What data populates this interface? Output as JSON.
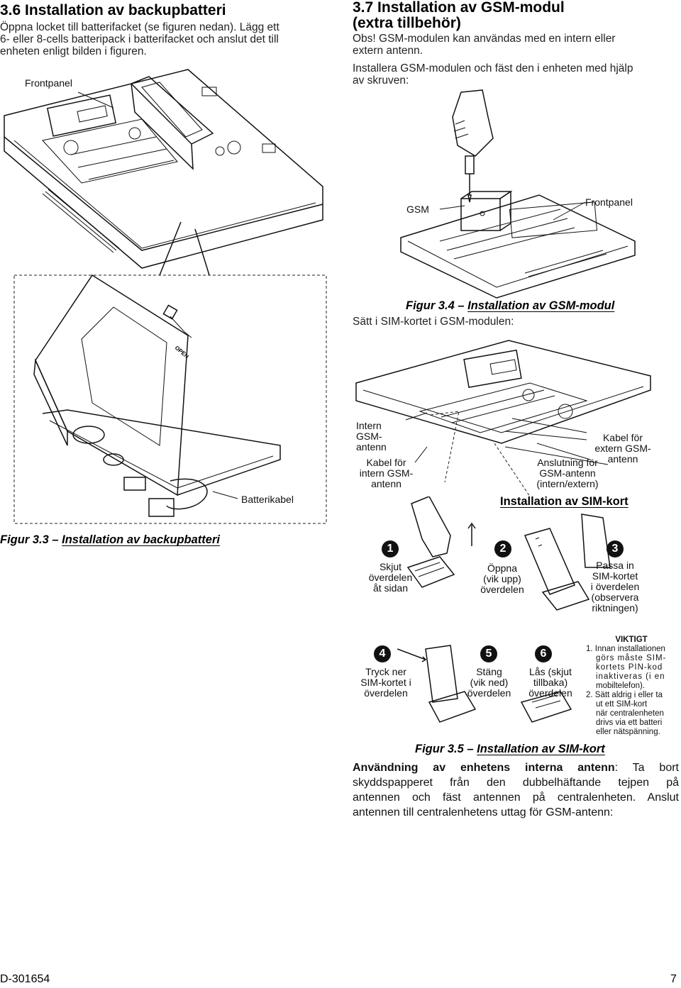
{
  "left": {
    "heading": "3.6 Installation av backupbatteri",
    "intro_lines": [
      "Öppna locket till batterifacket (se figuren nedan). Lägg ett",
      "6- eller 8-cells batteripack i batterifacket och anslut det till",
      "enheten enligt bilden i figuren."
    ],
    "frontpanel_label": "Frontpanel",
    "battery_cable_label": "Batterikabel",
    "caption_fig": "Figur 3.3",
    "caption_dash": "–",
    "caption_title": "Installation av backupbatteri",
    "open_mark": "OPEN"
  },
  "right": {
    "heading_line1": "3.7 Installation av GSM-modul",
    "heading_line2": "(extra tillbehör)",
    "obs_lines": [
      "Obs! GSM-modulen kan användas med en intern eller",
      "extern antenn."
    ],
    "install_lines": [
      "Installera GSM-modulen och fäst den i enheten med hjälp",
      "av skruven:"
    ],
    "gsm_label": "GSM",
    "frontpanel_label": "Frontpanel",
    "fig34_fig": "Figur 3.4",
    "fig34_dash": "–",
    "fig34_title": "Installation av GSM-modul",
    "sim_intro": "Sätt i SIM-kortet i GSM-modulen:",
    "intern_gsm_antenn": [
      "Intern",
      "GSM-",
      "antenn"
    ],
    "kabel_intern": [
      "Kabel för",
      "intern GSM-",
      "antenn"
    ],
    "kabel_extern": [
      "Kabel för",
      "extern GSM-",
      "antenn"
    ],
    "anslutning": [
      "Anslutning för",
      "GSM-antenn",
      "(intern/extern)"
    ],
    "sim_install_heading": "Installation av SIM-kort",
    "steps": [
      {
        "num": "1",
        "lines": [
          "Skjut",
          "överdelen",
          "åt sidan"
        ]
      },
      {
        "num": "2",
        "lines": [
          "Öppna",
          "(vik upp)",
          "överdelen"
        ]
      },
      {
        "num": "3",
        "lines": [
          "Passa in",
          "SIM-kortet",
          "i överdelen",
          "(observera",
          "riktningen)"
        ]
      },
      {
        "num": "4",
        "lines": [
          "Tryck ner",
          "SIM-kortet i",
          "överdelen"
        ]
      },
      {
        "num": "5",
        "lines": [
          "Stäng",
          "(vik ned)",
          "överdelen"
        ]
      },
      {
        "num": "6",
        "lines": [
          "Lås (skjut",
          "tillbaka)",
          "överdelen"
        ]
      }
    ],
    "viktigt_title": "VIKTIGT",
    "viktigt_lines": [
      "1. Innan installationen",
      "görs måste SIM-",
      "kortets PIN-kod",
      "inaktiveras (i en",
      "mobiltelefon).",
      "2. Sätt aldrig i eller ta",
      "ut ett SIM-kort",
      "när centralenheten",
      "drivs via ett batteri",
      "eller nätspänning."
    ],
    "fig35_fig": "Figur 3.5",
    "fig35_dash": "–",
    "fig35_title": "Installation av SIM-kort",
    "usage_bold": "Användning av enhetens interna antenn",
    "usage_rest_first": ": Ta bort",
    "usage_lines": [
      "skyddspapperet från den dubbelhäftande tejpen på",
      "antennen och fäst antennen på centralenheten. Anslut",
      "antennen till centralenhetens uttag för GSM-antenn:"
    ]
  },
  "footer": {
    "doc_number": "D-301654",
    "page_number": "7"
  }
}
